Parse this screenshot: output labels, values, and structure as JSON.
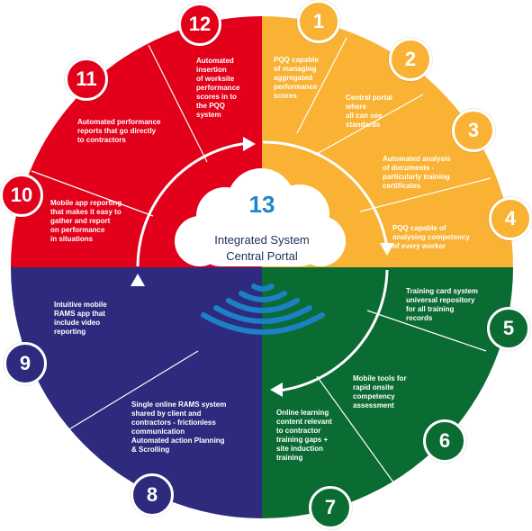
{
  "colors": {
    "red": "#e2001a",
    "orange": "#f9b233",
    "green": "#0a6b33",
    "blue": "#2e2a7e",
    "ring_line": "#ffffff",
    "cloud": "#ffffff",
    "center_text": "#1a2f5c",
    "number_13": "#1d86c7",
    "signal": "#1d7fc4"
  },
  "center": {
    "number": "13",
    "line1": "Integrated System",
    "line2": "Central Portal"
  },
  "segments": [
    {
      "num": "1",
      "text": "PQQ capable\nof managing\naggregated\nperformance\nscores"
    },
    {
      "num": "2",
      "text": "Central portal\nwhere\nall can see\nstandards"
    },
    {
      "num": "3",
      "text": "Automated analysis\nof documents -\nparticularly training\ncertificates"
    },
    {
      "num": "4",
      "text": "PQQ capable of\nanalysing competency\nof every worker"
    },
    {
      "num": "5",
      "text": "Training card system\nuniversal repository\nfor all training\nrecords"
    },
    {
      "num": "6",
      "text": "Mobile tools for\nrapid onsite\ncompetency\nassessment"
    },
    {
      "num": "7",
      "text": "Online learning\ncontent relevant\nto contractor\ntraining gaps +\nsite induction\ntraining"
    },
    {
      "num": "8",
      "text": "Single online RAMS system\nshared by client and\ncontractors - frictionless\ncommunication\nAutomated action Planning\n& Scrolling"
    },
    {
      "num": "9",
      "text": "Intuitive mobile\nRAMS app that\ninclude video\nreporting"
    },
    {
      "num": "10",
      "text": "Mobile app reporting\nthat makes it easy to\ngather and report\non performance\nin situations"
    },
    {
      "num": "11",
      "text": "Automated performance\nreports that go directly\nto contractors"
    },
    {
      "num": "12",
      "text": "Automated\ninsertion\nof worksite\nperformance\nscores in to\nthe PQQ\nsystem"
    }
  ]
}
